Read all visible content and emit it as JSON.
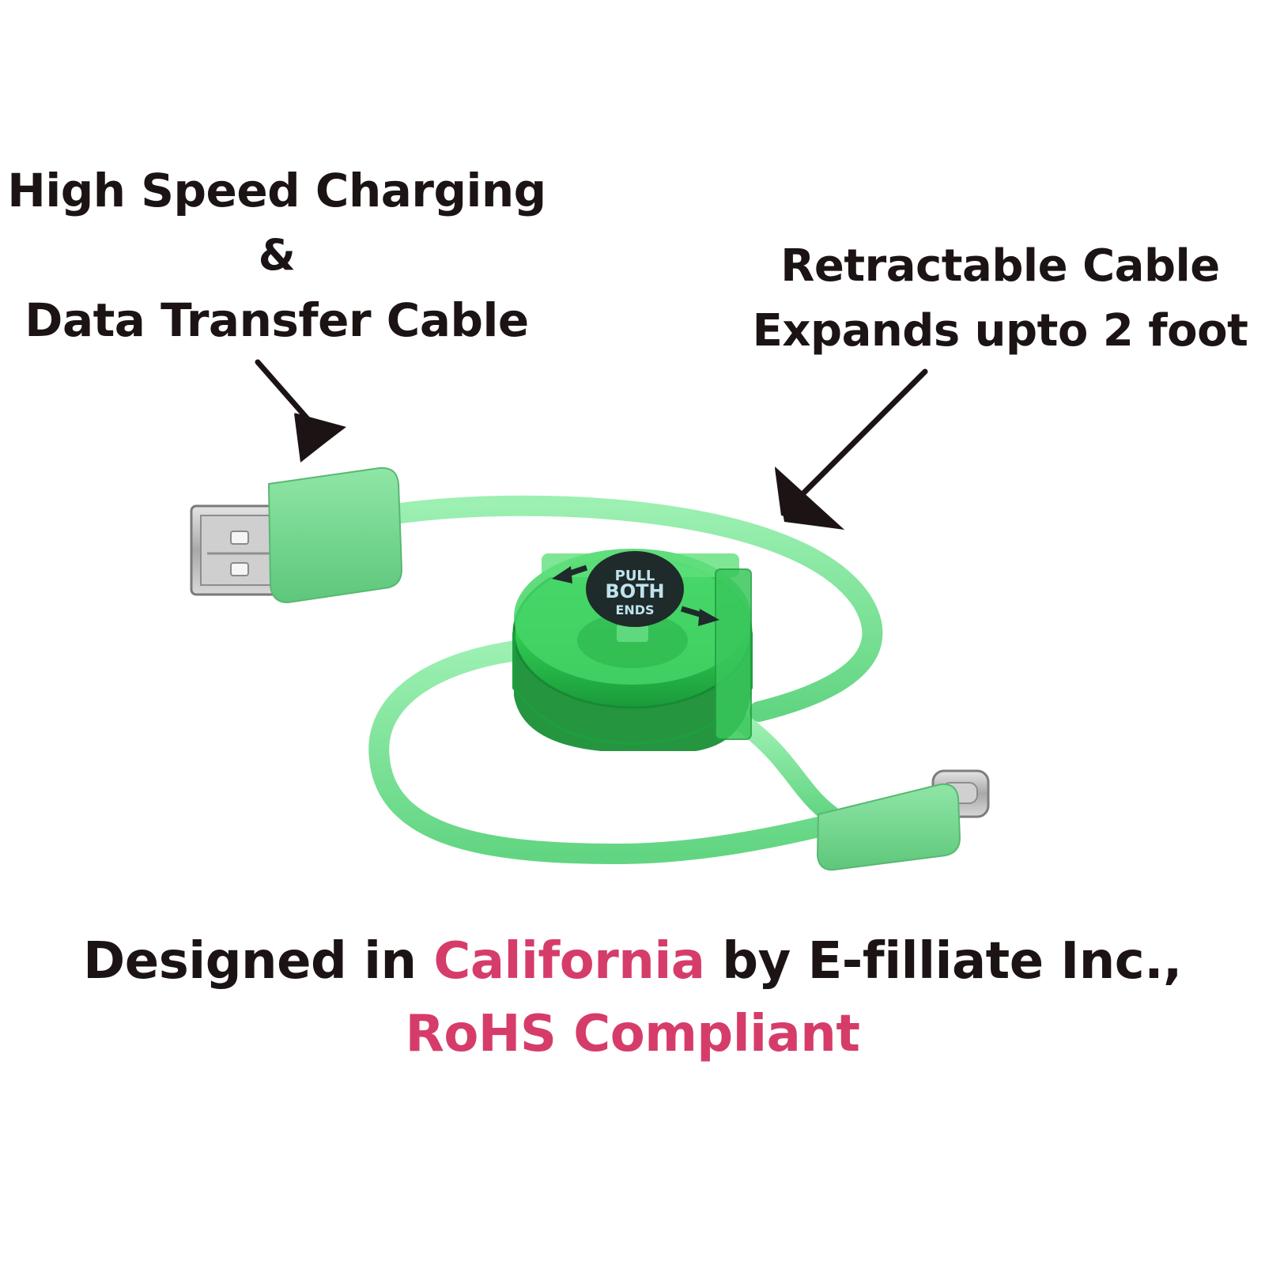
{
  "callouts": {
    "charging": {
      "line1": "High Speed Charging",
      "line2": "&",
      "line3": "Data Transfer Cable"
    },
    "retractable": {
      "line1": "Retractable Cable",
      "line2": "Expands upto 2 foot"
    }
  },
  "reel_label": {
    "line1": "PULL",
    "line2": "BOTH",
    "line3": "ENDS"
  },
  "footer": {
    "prefix": "Designed in ",
    "state": "California",
    "suffix": " by E-filliate Inc.,",
    "compliance": "RoHS Compliant"
  },
  "colors": {
    "text": "#1c1414",
    "accent": "#d63c6a",
    "cable_green": "#7fe39a",
    "reel_green": "#2ecc52",
    "background": "#ffffff"
  },
  "icons": [
    "arrow-to-usb-icon",
    "arrow-to-reel-icon",
    "bidirectional-arrow-icon"
  ]
}
